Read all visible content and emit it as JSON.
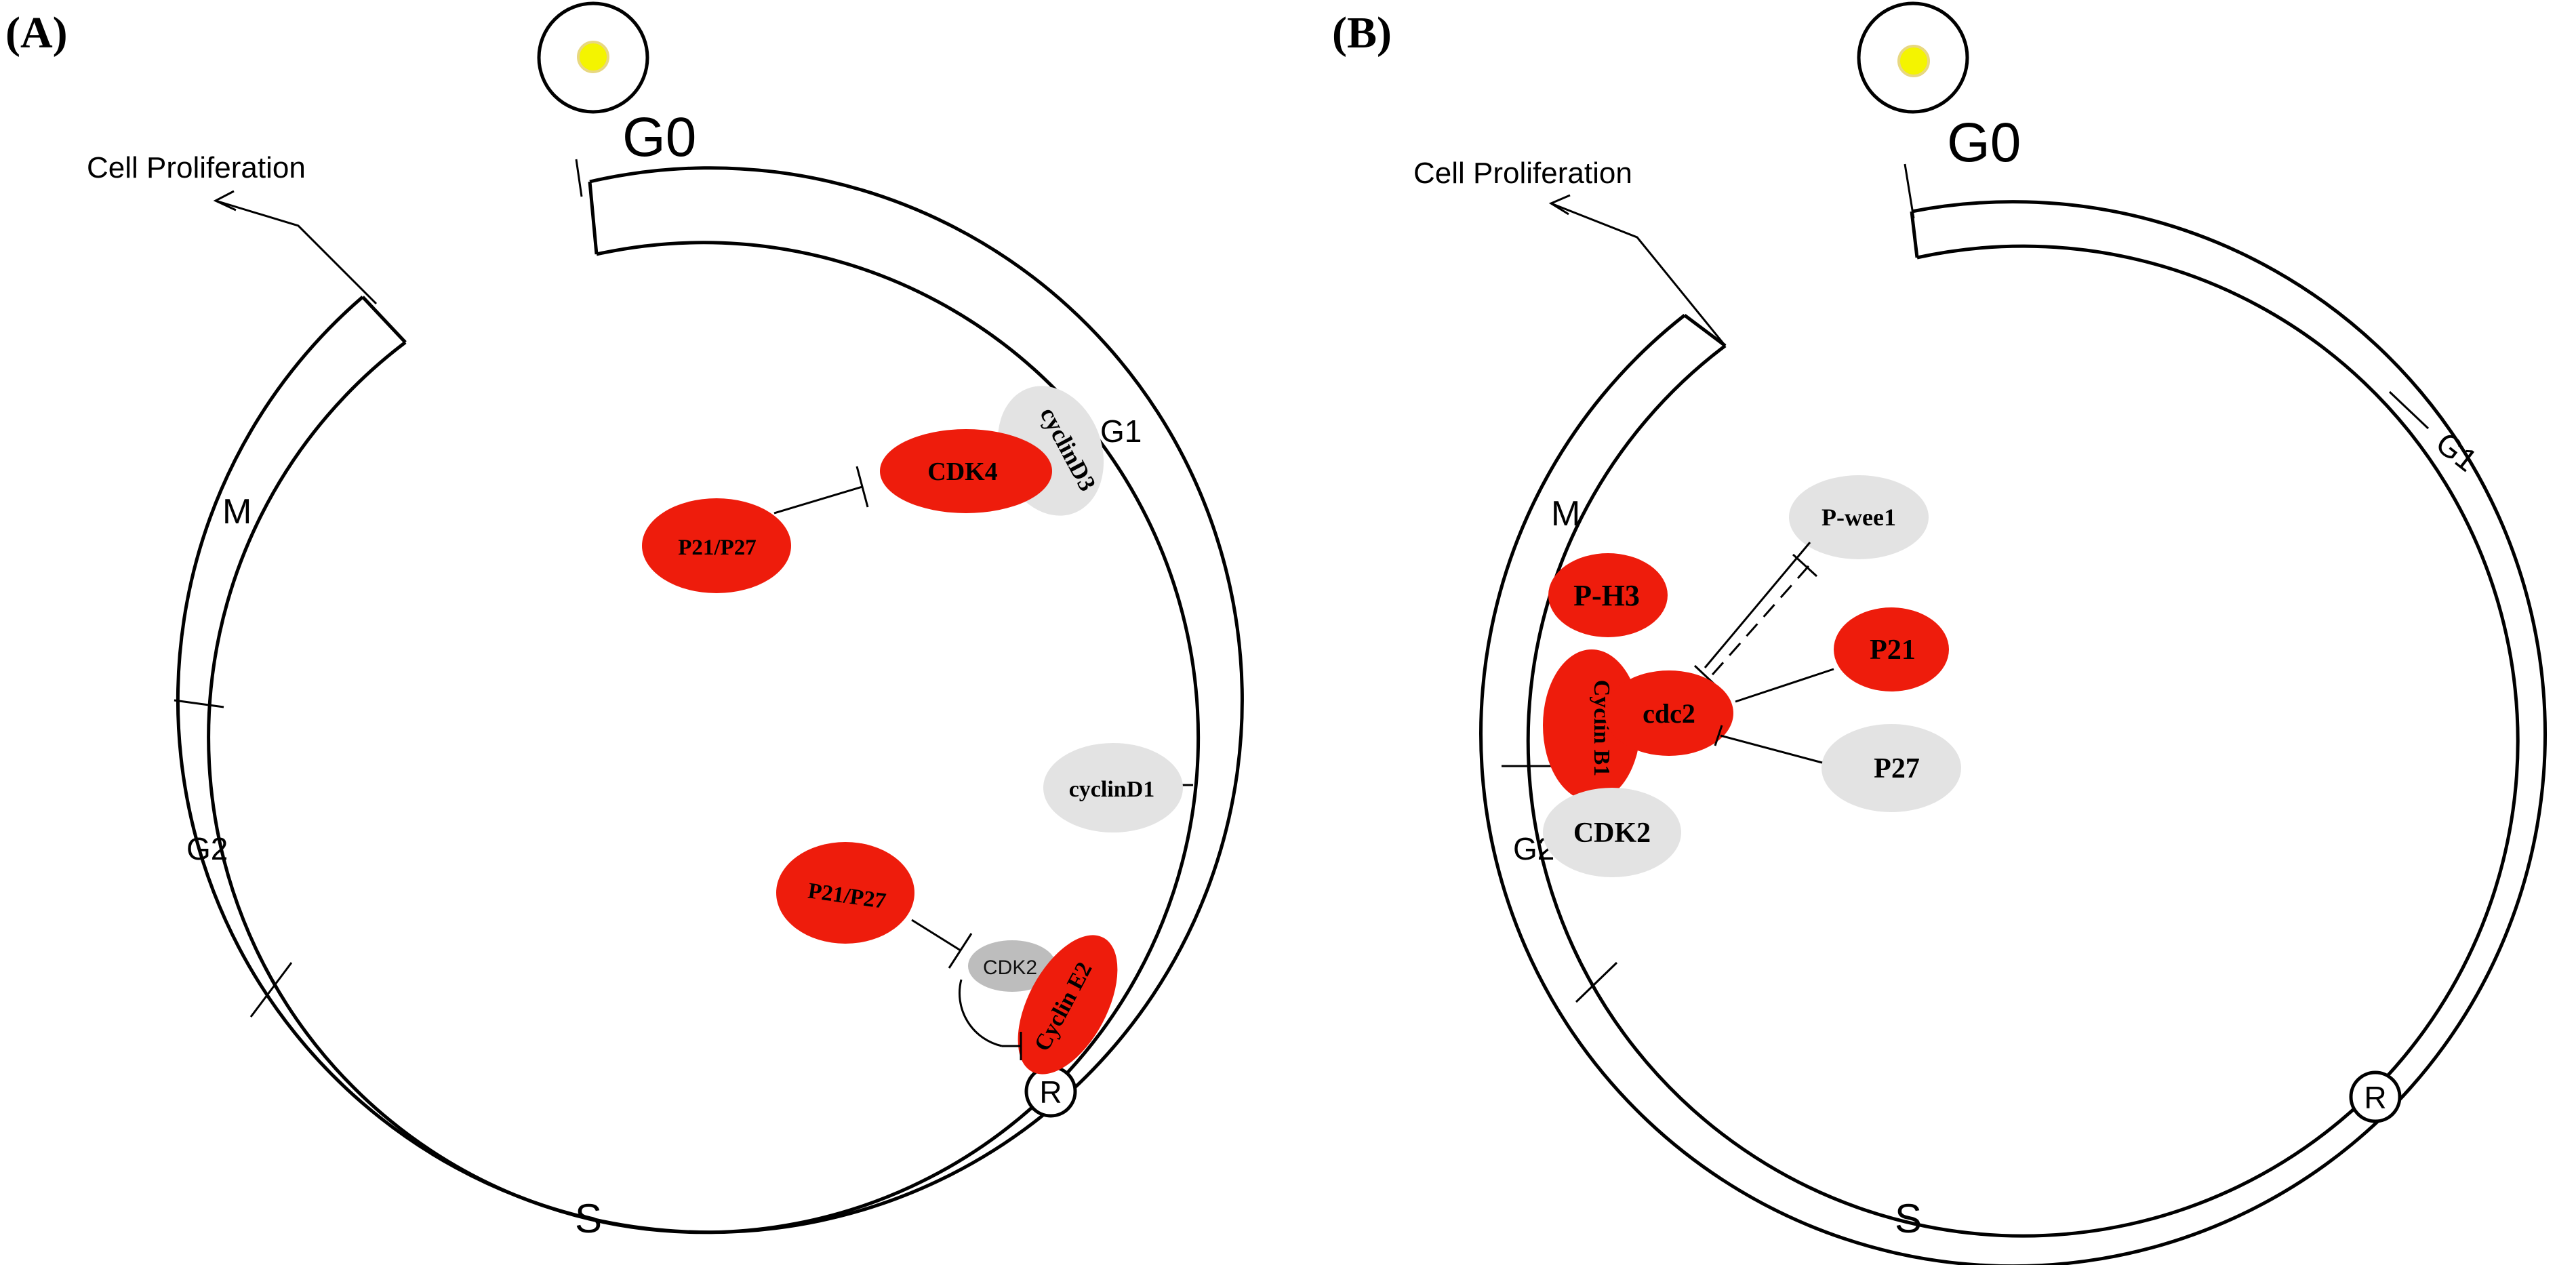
{
  "colors": {
    "active": "#ee1c0c",
    "inactive": "#e3e3e3",
    "mid_gray": "#bdbdbd",
    "line": "#000000",
    "nucleus": "#f4f400"
  },
  "panel_a": {
    "letter": "(A)",
    "g0": "G0",
    "cell_proliferation": "Cell Proliferation",
    "phase_g1": "G1",
    "phase_m": "M",
    "phase_g2": "G2",
    "phase_s": "S",
    "restriction": "R",
    "cdk4": "CDK4",
    "cyclind3": "cyclinD3",
    "p21p27_top": "P21/P27",
    "cyclind1": "cyclinD1",
    "p21p27_bottom": "P21/P27",
    "cdk2": "CDK2",
    "cyclin_e2": "Cyclin E2"
  },
  "panel_b": {
    "letter": "(B)",
    "g0": "G0",
    "cell_proliferation": "Cell Proliferation",
    "phase_g1": "G1",
    "phase_m": "M",
    "phase_g2": "G2",
    "phase_s": "S",
    "restriction": "R",
    "p_wee1": "P-wee1",
    "p_h3": "P-H3",
    "p21": "P21",
    "cyclin_b1": "Cyclin B1",
    "cdc2": "cdc2",
    "p27": "P27",
    "cdk2": "CDK2"
  }
}
